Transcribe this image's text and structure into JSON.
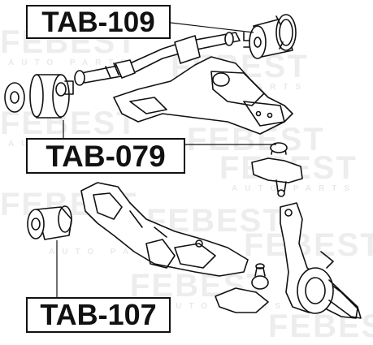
{
  "parts": [
    {
      "part_number": "TAB-109"
    },
    {
      "part_number": "TAB-079"
    },
    {
      "part_number": "TAB-107"
    }
  ],
  "watermark": {
    "brand": "FEBEST",
    "tagline": "AUTO PARTS"
  },
  "colors": {
    "ink": "#111111",
    "background": "#ffffff",
    "watermark": "#d8d8d8"
  }
}
